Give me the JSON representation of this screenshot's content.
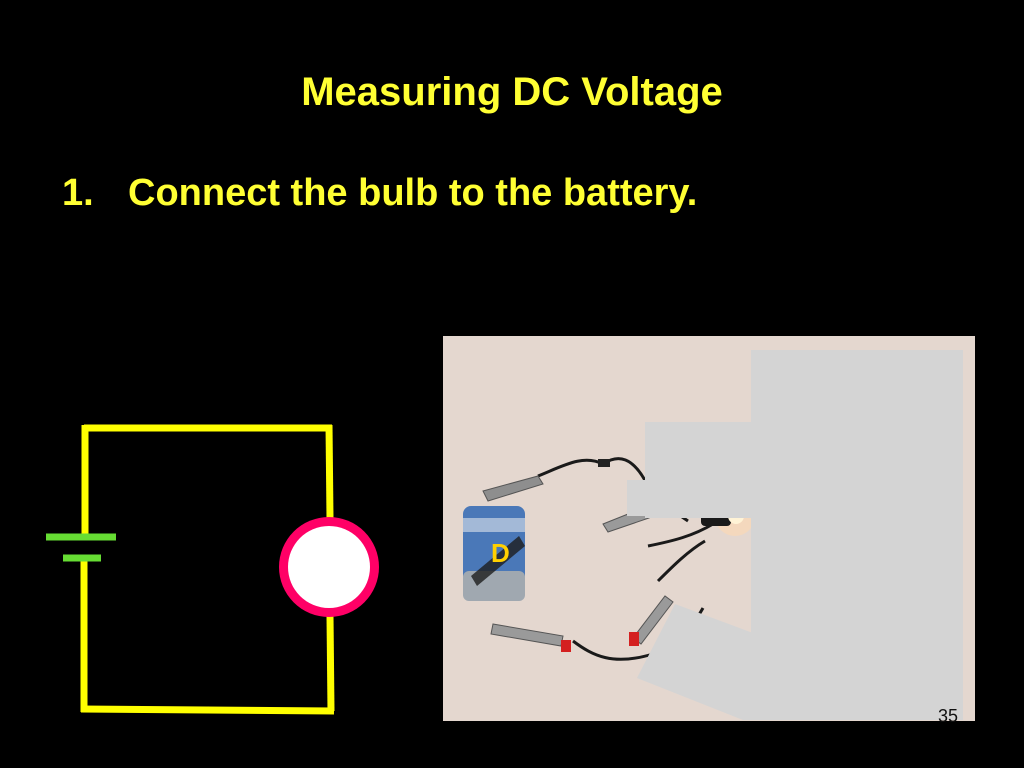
{
  "slide": {
    "title": "Measuring DC Voltage",
    "bullets": [
      {
        "number": "1.",
        "text": "Connect the bulb to the battery."
      }
    ],
    "slide_number": "35"
  },
  "colors": {
    "background": "#000000",
    "text": "#ffff33",
    "wire": "#ffff00",
    "battery": "#66dd33",
    "bulb_ring": "#ff0066",
    "bulb_fill": "#ffffff",
    "photo_background": "#e8dcd4",
    "redaction": "#d4d4d4"
  },
  "icons": {
    "battery": "battery-symbol-icon",
    "bulb": "bulb-symbol-icon"
  },
  "photo": {
    "battery_label": "D"
  }
}
